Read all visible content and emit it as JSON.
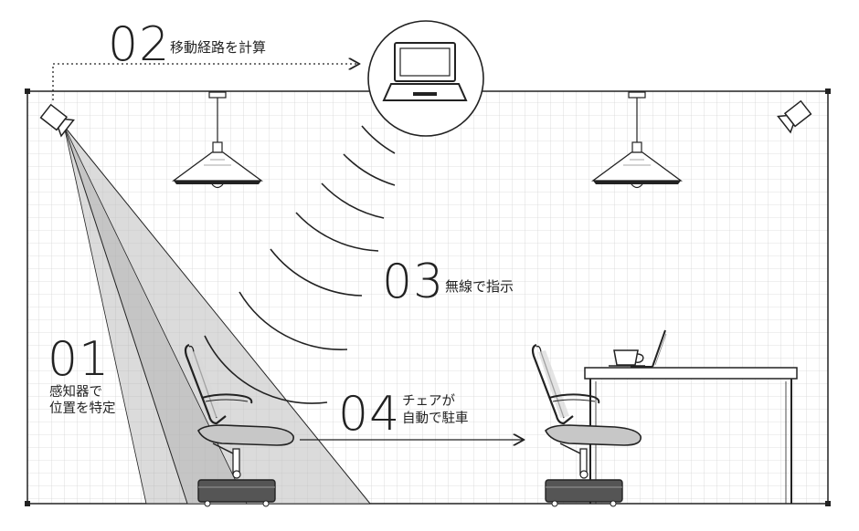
{
  "steps": [
    {
      "number": "02",
      "label": "移動経路を計算"
    },
    {
      "number": "03",
      "label": "無線で指示"
    },
    {
      "number": "01",
      "label_lines": [
        "感知器で",
        "位置を特定"
      ]
    },
    {
      "number": "04",
      "label_lines": [
        "チェアが",
        "自動で駐車"
      ]
    }
  ],
  "icons": {
    "computer": "laptop-icon",
    "sensor": "camera-sensor-icon",
    "lamp": "pendant-lamp-icon",
    "chair": "office-chair-icon",
    "cup": "coffee-cup-icon"
  },
  "colors": {
    "line": "#222222",
    "grid": "#d6d6d6",
    "beam": "#b9b9b9",
    "chair_base": "#555555"
  }
}
